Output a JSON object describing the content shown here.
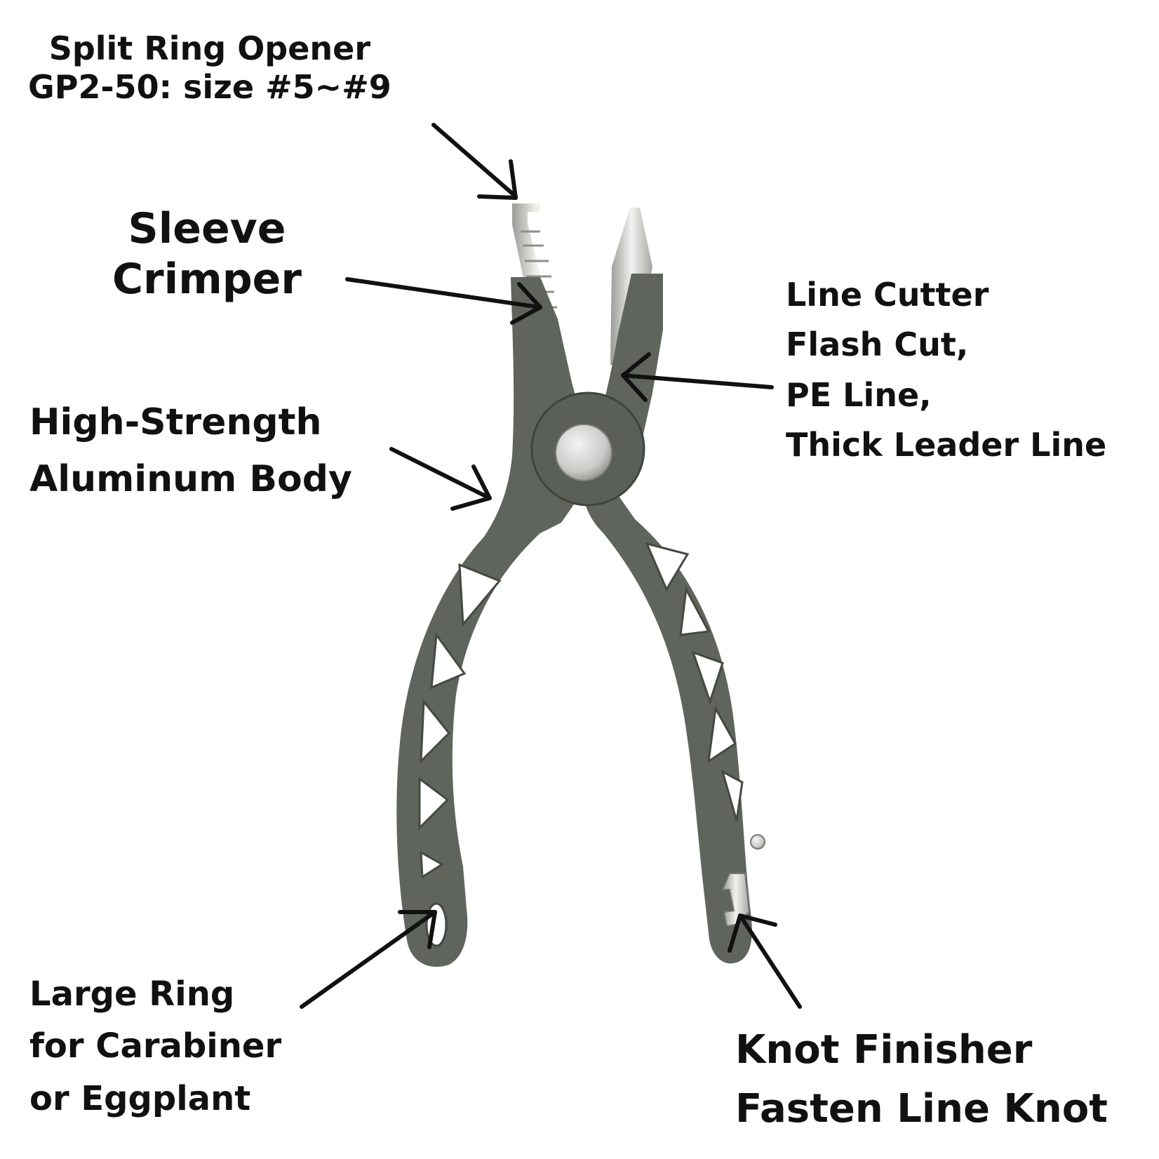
{
  "colors": {
    "body": "#5f655c",
    "body_dark": "#444a42",
    "steel": "#d9d9d6",
    "text": "#111111"
  },
  "labels": {
    "split_ring": [
      "Split Ring Opener",
      "GP2-50: size #5~#9"
    ],
    "sleeve": [
      "Sleeve",
      "Crimper"
    ],
    "body": [
      "High-Strength",
      "Aluminum Body"
    ],
    "cutter": [
      "Line Cutter",
      "Flash Cut,",
      "PE Line,",
      "Thick Leader Line"
    ],
    "ring": [
      "Large Ring",
      "for Carabiner",
      "or Eggplant"
    ],
    "knot": [
      "Knot Finisher",
      "Fasten Line Knot"
    ]
  }
}
